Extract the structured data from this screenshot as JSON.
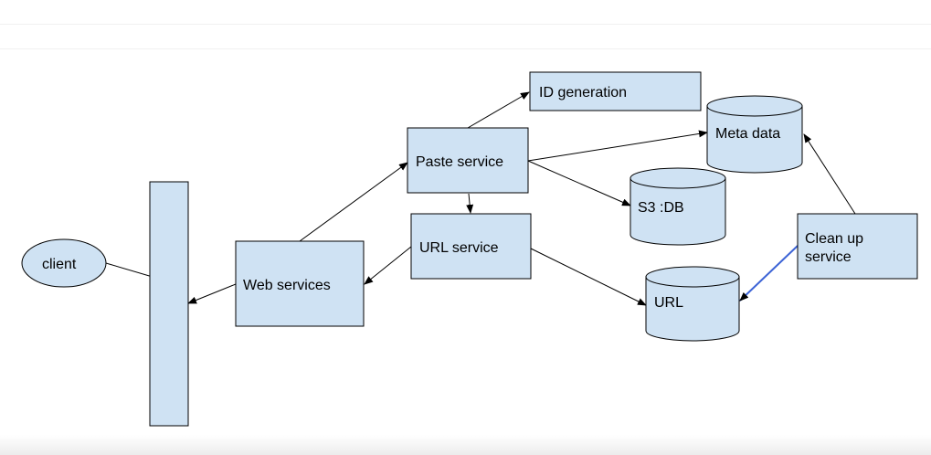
{
  "diagram": {
    "nodes": {
      "client": "client",
      "web_services": "Web services",
      "paste_service": "Paste service",
      "url_service": "URL service",
      "id_generation": "ID generation",
      "meta_data": "Meta data",
      "s3_db": "S3 :DB",
      "url_db": "URL",
      "cleanup_line1": "Clean up",
      "cleanup_line2": "service"
    },
    "colors": {
      "node_fill": "#cfe2f3",
      "stroke": "#000000",
      "highlight_edge": "#3d64d6"
    }
  }
}
